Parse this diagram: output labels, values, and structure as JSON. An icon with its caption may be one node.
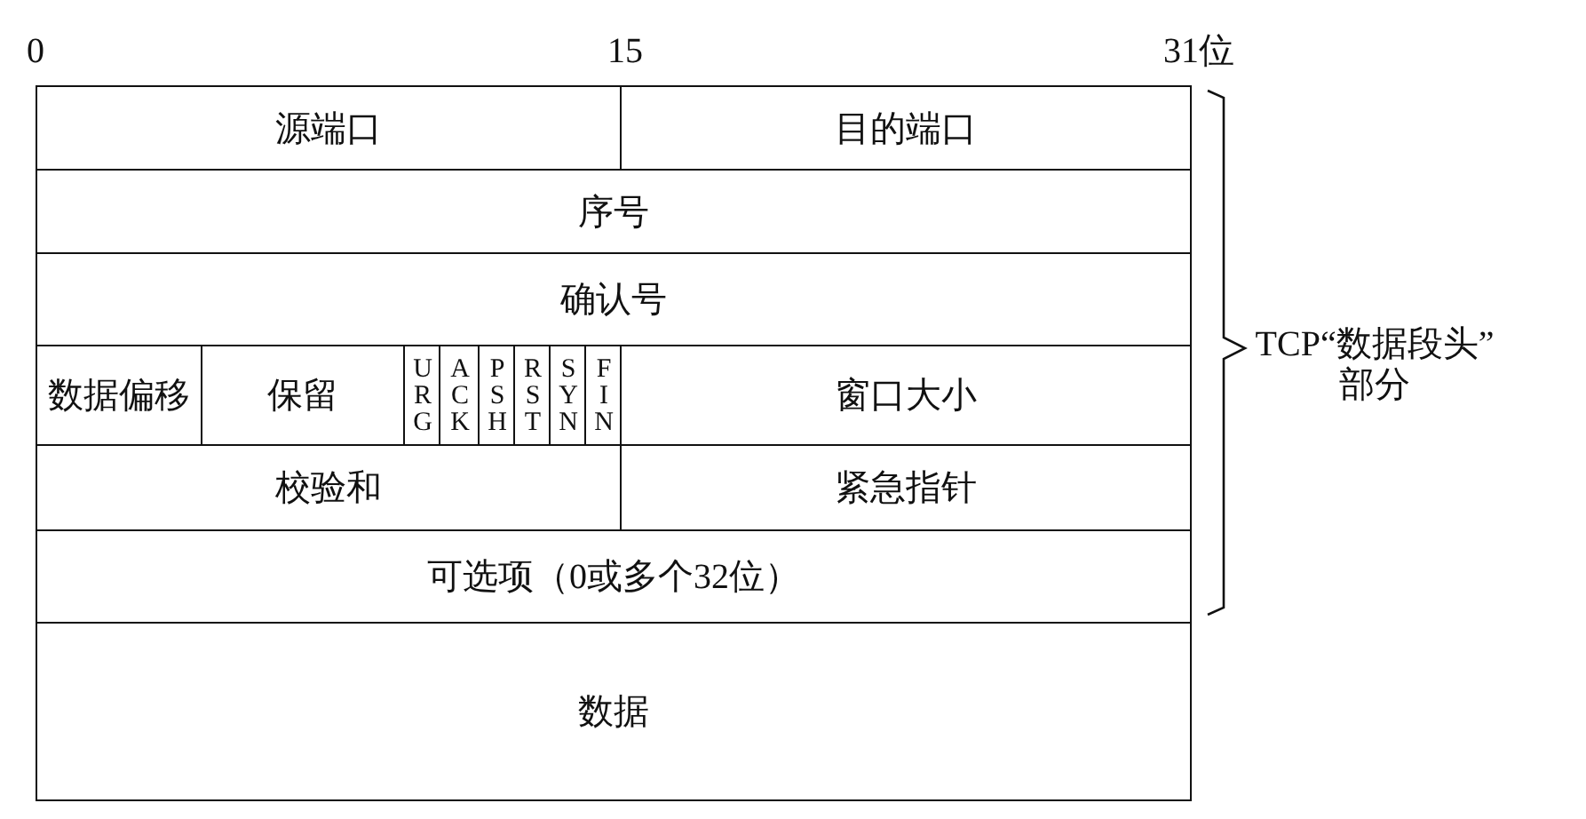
{
  "diagram": {
    "nodes": [
      {
        "text": [
          "源端口"
        ]
      },
      {
        "text": [
          "目的端口"
        ]
      },
      {
        "text": [
          "序号"
        ]
      },
      {
        "text": [
          "确认号"
        ]
      },
      {
        "text": [
          "数据偏移"
        ]
      },
      {
        "text": [
          "保留"
        ]
      },
      {
        "text": [
          "URG"
        ]
      },
      {
        "text": [
          "ACK"
        ]
      },
      {
        "text": [
          "PSH"
        ]
      },
      {
        "text": [
          "RST"
        ]
      },
      {
        "text": [
          "SYN"
        ]
      },
      {
        "text": [
          "FIN"
        ]
      },
      {
        "text": [
          "窗口大小"
        ]
      },
      {
        "text": [
          "校验和"
        ]
      },
      {
        "text": [
          "紧急指针"
        ]
      },
      {
        "text": [
          "可选项（0或多个32位）"
        ]
      },
      {
        "text": [
          "数据"
        ]
      }
    ],
    "labels": [
      "0",
      "15",
      "31位",
      "TCP“数据段头”部分"
    ]
  }
}
